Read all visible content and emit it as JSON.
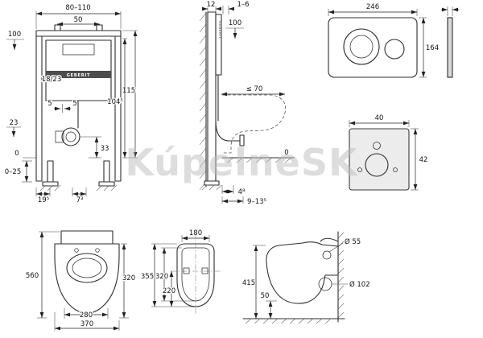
{
  "watermark": {
    "text": "KúpelneSK"
  },
  "brand": {
    "name": "GEBERIT"
  },
  "frame_front": {
    "width_range": "80–110",
    "anchor_spacing": "50",
    "ref_height": "100",
    "total_height": "115",
    "frame_height": "104⁵",
    "inner_label": "18/23",
    "rod_left": "5",
    "rod_right": "5",
    "outlet_offset": "23",
    "outlet_height": "33",
    "floor_zero": "0",
    "foot_adjust": "0–25",
    "foot_a": "19⁵",
    "foot_b": "7³"
  },
  "frame_side": {
    "profile_depth": "12",
    "finish_range": "1–6",
    "ref_height": "100",
    "wc_depth_max": "≤ 70",
    "floor_zero": "0",
    "bottom_a": "4⁸",
    "bottom_b": "9–13⁵"
  },
  "flush_plate": {
    "width": "246",
    "height": "164"
  },
  "sound_pad": {
    "width": "40",
    "height": "42"
  },
  "wc_front": {
    "height": "560",
    "depth": "320",
    "width_inner": "280",
    "width": "370"
  },
  "wc_top": {
    "width": "180",
    "length_a": "355",
    "length_b": "320",
    "length_c": "220"
  },
  "wc_side": {
    "inlet_diameter": "Ø 55",
    "outlet_diameter": "Ø 102",
    "rim_height": "415",
    "clearance": "50"
  }
}
